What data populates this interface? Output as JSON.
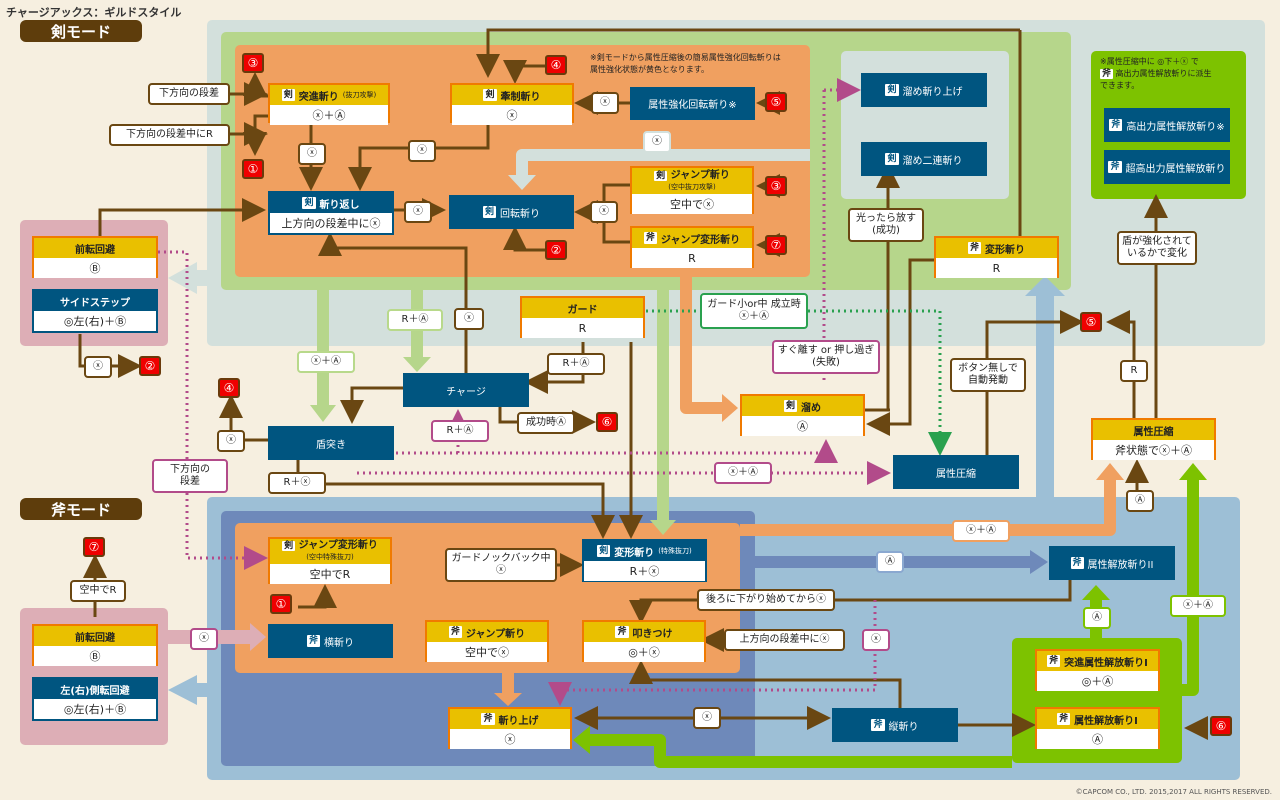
{
  "title": "チャージアックス：ギルドスタイル",
  "modes": {
    "sword": "剣モード",
    "axe": "斧モード"
  },
  "tags": {
    "sword": "剣",
    "axe": "斧"
  },
  "markers": [
    "①",
    "②",
    "③",
    "④",
    "⑤",
    "⑥",
    "⑦"
  ],
  "notes": {
    "sword_note": "※剣モードから属性圧縮後の簡易属性強化回転斬りは\n属性強化状態が黄色となります。",
    "axe_note_line1": "※属性圧縮中に ◎下＋ⓧ で",
    "axe_note_line2": "高出力属性解放斬りに派生",
    "axe_note_line3": "できます。"
  },
  "sword_moves": {
    "tosshin": {
      "name": "突進斬り",
      "sub": "(抜刀攻撃)",
      "input": "ⓧ＋Ⓐ"
    },
    "kensei": {
      "name": "牽制斬り",
      "input": "ⓧ"
    },
    "zokusei_kyouka": {
      "name": "属性強化回転斬り※"
    },
    "kirikaeshi": {
      "name": "斬り返し",
      "input": "上方向の段差中にⓧ"
    },
    "kaiten": {
      "name": "回転斬り"
    },
    "jump": {
      "name": "ジャンプ斬り",
      "sub": "(空中抜刀攻撃)",
      "input": "空中でⓧ"
    },
    "jump_henkei_axe": {
      "name": "ジャンプ変形斬り",
      "input": "R"
    },
    "tame_kiriage": {
      "name": "溜め斬り上げ"
    },
    "tame_nirensoku": {
      "name": "溜め二連斬り"
    },
    "henkei_axe": {
      "name": "変形斬り",
      "input": "R"
    },
    "zenten": {
      "name": "前転回避",
      "input": "Ⓑ"
    },
    "side_step": {
      "name": "サイドステップ",
      "input": "◎左(右)＋Ⓑ"
    },
    "guard": {
      "name": "ガード",
      "input": "R"
    },
    "charge": {
      "name": "チャージ"
    },
    "tate_tsuki": {
      "name": "盾突き"
    },
    "tame": {
      "name": "溜め",
      "input": "Ⓐ"
    },
    "zokusei_asshuku": {
      "name": "属性圧縮"
    },
    "kou_shutsu": {
      "name": "高出力属性解放斬り※"
    },
    "chou_kou_shutsu": {
      "name": "超高出力属性解放斬り"
    }
  },
  "axe_moves": {
    "jump_henkei": {
      "name": "ジャンプ変形斬り",
      "sub": "(空中特殊抜刀)",
      "input": "空中でR"
    },
    "yoko": {
      "name": "横斬り"
    },
    "henkei_sword": {
      "name": "変形斬り",
      "sub": "(特殊抜刀)",
      "input": "R＋ⓧ"
    },
    "jump": {
      "name": "ジャンプ斬り",
      "input": "空中でⓧ"
    },
    "tatakitsuke": {
      "name": "叩きつけ",
      "input": "◎＋ⓧ"
    },
    "kiriage": {
      "name": "斬り上げ",
      "input": "ⓧ"
    },
    "tate": {
      "name": "縦斬り"
    },
    "kaihou2": {
      "name": "属性解放斬りII"
    },
    "tosshin_kaihou1": {
      "name": "突進属性解放斬りI",
      "input": "◎＋Ⓐ"
    },
    "kaihou1": {
      "name": "属性解放斬りI",
      "input": "Ⓐ"
    },
    "zenten": {
      "name": "前転回避",
      "input": "Ⓑ"
    },
    "sokuten": {
      "name": "左(右)側転回避",
      "input": "◎左(右)＋Ⓑ"
    },
    "asshuku": {
      "name": "属性圧縮",
      "input": "斧状態でⓧ＋Ⓐ"
    }
  },
  "labels": {
    "down_step": "下方向の段差",
    "down_step_R": "下方向の段差中にR",
    "x": "ⓧ",
    "a": "Ⓐ",
    "r": "R",
    "xa": "ⓧ＋Ⓐ",
    "ra": "R＋Ⓐ",
    "rx": "R＋ⓧ",
    "success_a": "成功時Ⓐ",
    "guard_small": "ガード小or中 成立時",
    "quick_release": "すぐ離す or 押し過ぎ",
    "fail": "(失敗)",
    "release_glow": "光ったら放す",
    "success": "(成功)",
    "auto_trigger_1": "ボタン無しで",
    "auto_trigger_2": "自動発動",
    "shield_1": "盾が強化されて",
    "shield_2": "いるかで変化",
    "down_step_2a": "下方向の",
    "down_step_2b": "段差",
    "air_r": "空中でR",
    "guard_knockback": "ガードノックバック中",
    "back_x": "後ろに下がり始めてからⓧ",
    "up_step_x": "上方向の段差中にⓧ"
  },
  "copyright": "©CAPCOM CO., LTD. 2015,2017 ALL RIGHTS RESERVED."
}
